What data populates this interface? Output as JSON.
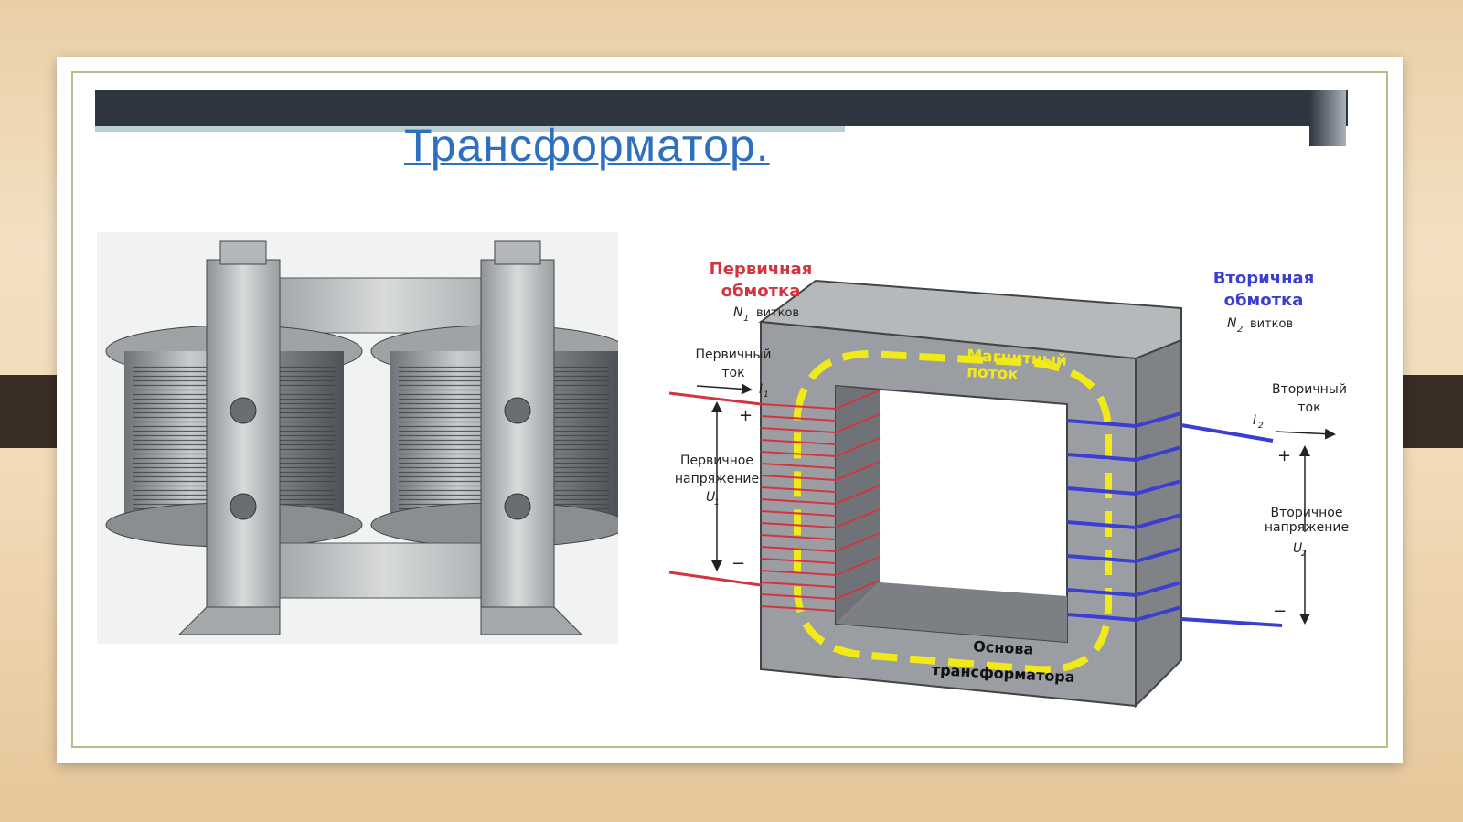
{
  "slide": {
    "title": "Трансформатор."
  },
  "diagram": {
    "primary_winding": {
      "line1": "Первичная",
      "line2": "обмотка",
      "turns_symbol": "N",
      "turns_sub": "1",
      "turns_text": "витков"
    },
    "secondary_winding": {
      "line1": "Вторичная",
      "line2": "обмотка",
      "turns_symbol": "N",
      "turns_sub": "2",
      "turns_text": "витков"
    },
    "primary_current": {
      "line1": "Первичный",
      "line2": "ток",
      "symbol": "I",
      "sub": "1"
    },
    "secondary_current": {
      "line1": "Вторичный",
      "line2": "ток",
      "symbol": "I",
      "sub": "2"
    },
    "primary_voltage": {
      "line1": "Первичное",
      "line2": "напряжение",
      "symbol": "U",
      "sub": "1"
    },
    "secondary_voltage": {
      "line1": "Вторичное",
      "line2": "напряжение",
      "symbol": "U",
      "sub": "2"
    },
    "flux": {
      "line1": "Магнитный",
      "line2": "поток"
    },
    "core": {
      "line1": "Основа",
      "line2": "трансформатора"
    },
    "plus": "+",
    "minus": "−",
    "colors": {
      "primary": "#d4343f",
      "secondary": "#3b3fd0",
      "flux": "#f2ea18",
      "core": "#9a9ea3"
    }
  }
}
